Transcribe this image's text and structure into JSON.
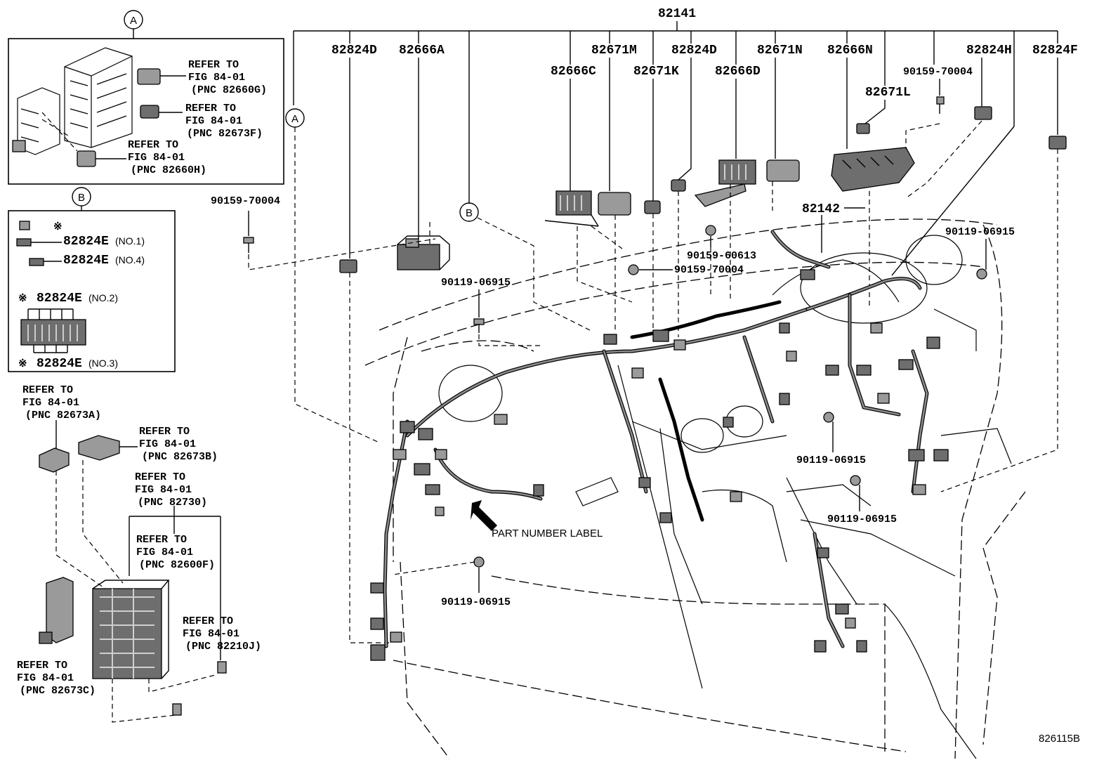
{
  "diagram": {
    "figure_code": "826115B",
    "part_number_label": "PART NUMBER LABEL",
    "main_harness": "82141",
    "sub_harness": "82142",
    "top_callouts": [
      "82824D",
      "82666A",
      "82666C",
      "82671M",
      "82671K",
      "82824D",
      "82666D",
      "82671N",
      "82666N",
      "82671L",
      "90159-70004",
      "82824H",
      "82824F"
    ],
    "bolts": {
      "b1": "90159-70004",
      "b2": "90159-60613",
      "b3": "90159-70004",
      "b4": "90119-06915",
      "b5": "90119-06915",
      "b6": "90119-06915",
      "b7": "90119-06915",
      "b8": "90119-06915"
    }
  },
  "inset_a": {
    "marker": "A",
    "refs": [
      {
        "l1": "REFER TO",
        "l2": "FIG 84-01",
        "l3": "(PNC 82660G)"
      },
      {
        "l1": "REFER TO",
        "l2": "FIG 84-01",
        "l3": "(PNC 82673F)"
      },
      {
        "l1": "REFER TO",
        "l2": "FIG 84-01",
        "l3": "(PNC 82660H)"
      }
    ]
  },
  "inset_b": {
    "marker": "B",
    "symbol": "※",
    "items": [
      {
        "pn": "82824E",
        "no": "(NO.1)"
      },
      {
        "pn": "82824E",
        "no": "(NO.4)"
      },
      {
        "pn": "82824E",
        "no": "(NO.2)"
      },
      {
        "pn": "82824E",
        "no": "(NO.3)"
      }
    ]
  },
  "lower_refs": [
    {
      "l1": "REFER TO",
      "l2": "FIG 84-01",
      "l3": "(PNC 82673A)"
    },
    {
      "l1": "REFER TO",
      "l2": "FIG 84-01",
      "l3": "(PNC 82673B)"
    },
    {
      "l1": "REFER TO",
      "l2": "FIG 84-01",
      "l3": "(PNC 82730)"
    },
    {
      "l1": "REFER TO",
      "l2": "FIG 84-01",
      "l3": "(PNC 82600F)"
    },
    {
      "l1": "REFER TO",
      "l2": "FIG 84-01",
      "l3": "(PNC 82210J)"
    },
    {
      "l1": "REFER TO",
      "l2": "FIG 84-01",
      "l3": "(PNC 82673C)"
    }
  ],
  "markers": {
    "a": "A",
    "b": "B"
  }
}
